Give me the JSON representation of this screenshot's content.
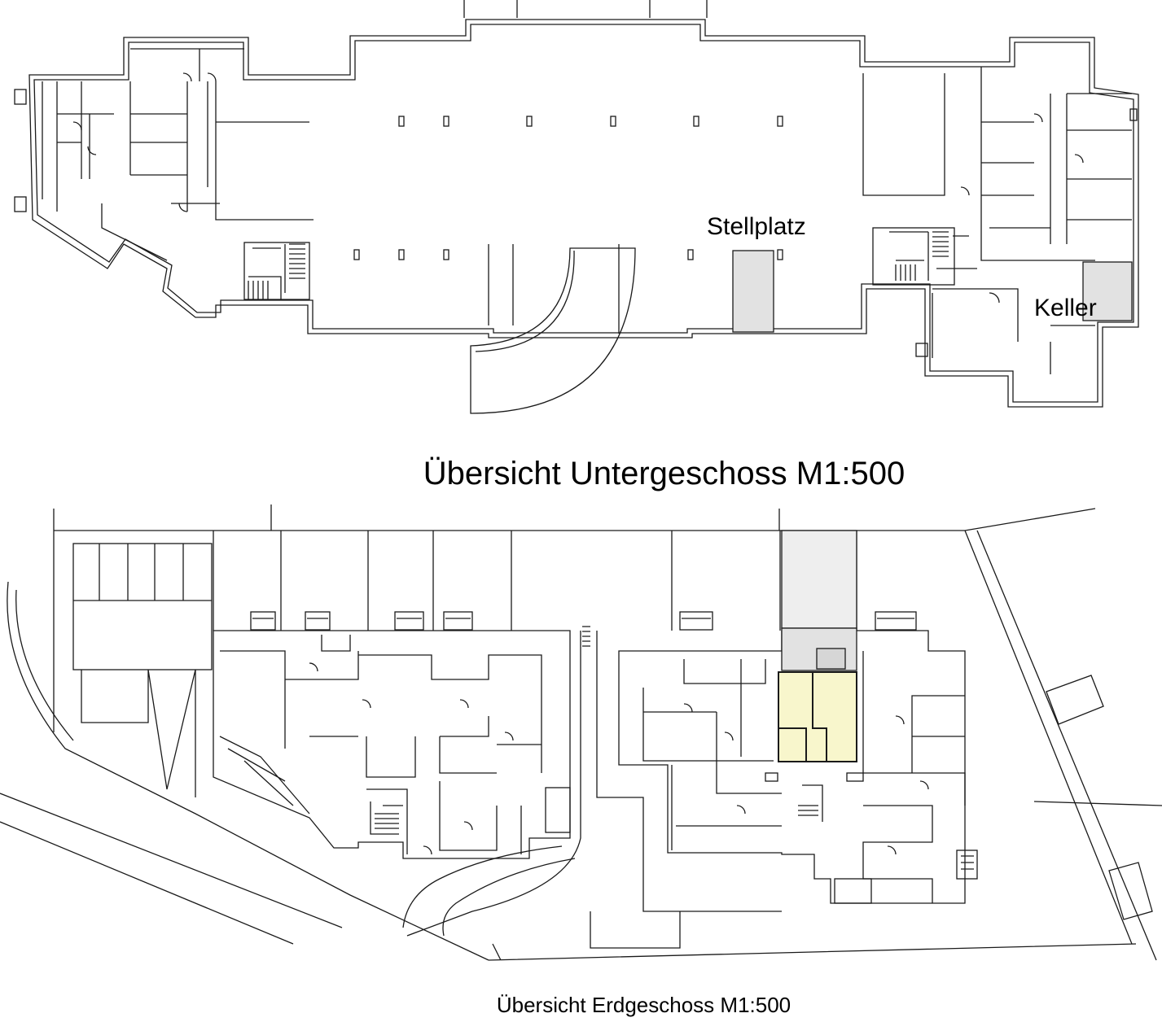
{
  "titles": {
    "basement": "Übersicht Untergeschoss M1:500",
    "ground": "Übersicht Erdgeschoss M1:500"
  },
  "labels": {
    "parking": "Stellplatz",
    "cellar": "Keller"
  },
  "colors": {
    "line": "#1a1a1a",
    "highlight_grey": "#e2e2e2",
    "highlight_light": "#eeeeee",
    "highlight_apartment": "#f8f6cc"
  }
}
